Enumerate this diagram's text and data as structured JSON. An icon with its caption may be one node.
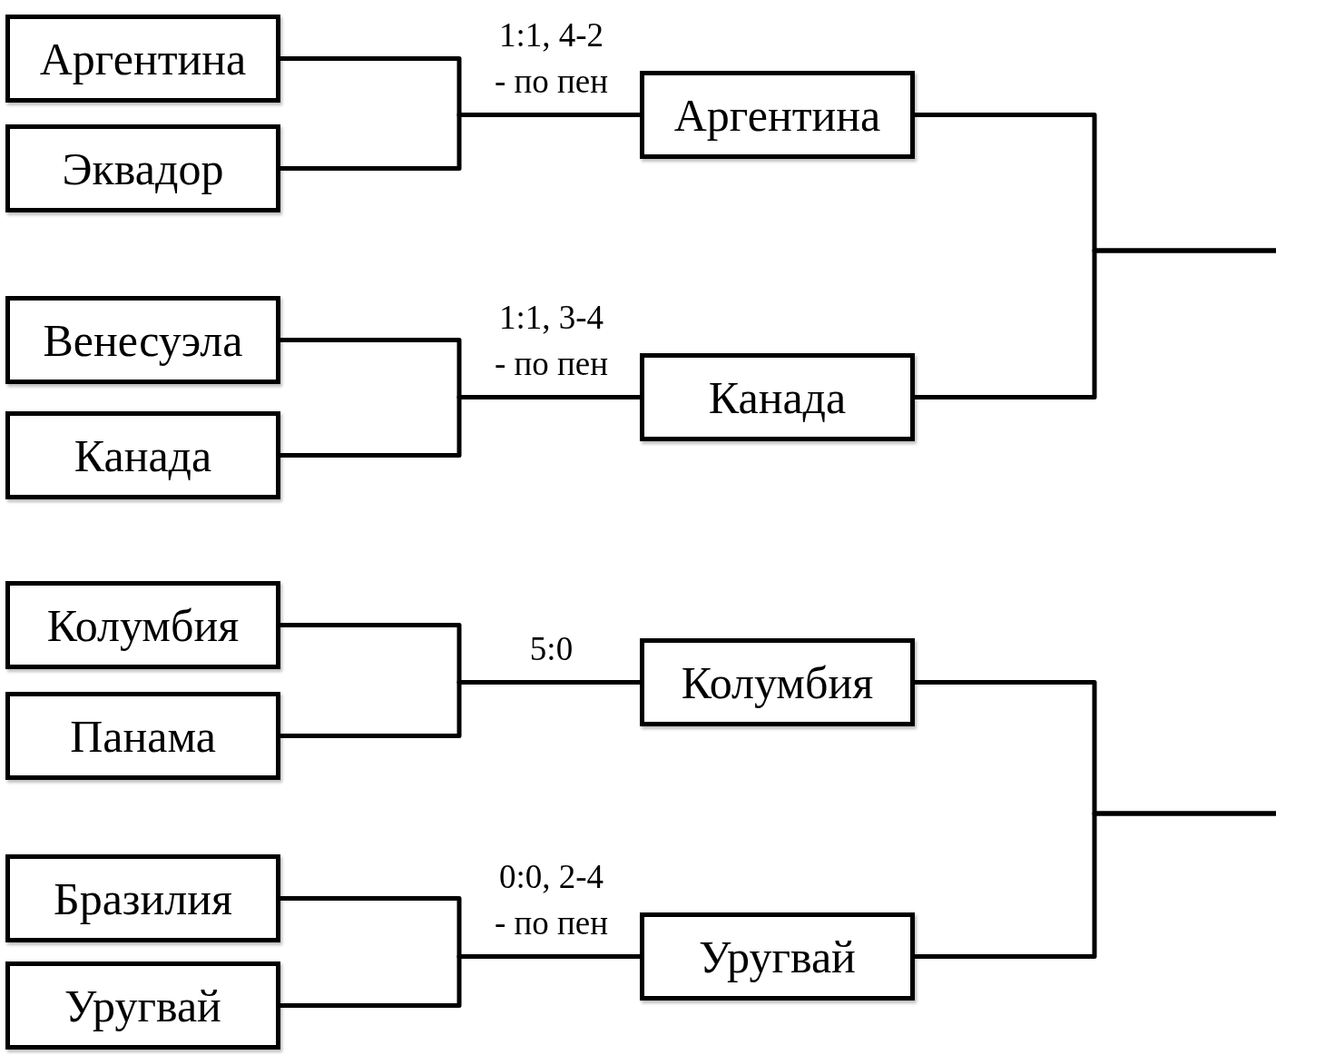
{
  "diagram": {
    "nodes": [
      {
        "text": [
          "Аргентина"
        ]
      },
      {
        "text": [
          "Эквадор"
        ]
      },
      {
        "text": [
          "Венесуэла"
        ]
      },
      {
        "text": [
          "Канада"
        ]
      },
      {
        "text": [
          "Колумбия"
        ]
      },
      {
        "text": [
          "Панама"
        ]
      },
      {
        "text": [
          "Бразилия"
        ]
      },
      {
        "text": [
          "Уругвай"
        ]
      },
      {
        "text": [
          "Аргентина"
        ]
      },
      {
        "text": [
          "Канада"
        ]
      },
      {
        "text": [
          "Колумбия"
        ]
      },
      {
        "text": [
          "Уругвай"
        ]
      }
    ],
    "edges": [
      {
        "from": 0,
        "to": 8,
        "arrow": "none",
        "label": "1:1, 4-2 - по пен"
      },
      {
        "from": 1,
        "to": 8,
        "arrow": "none"
      },
      {
        "from": 2,
        "to": 9,
        "arrow": "none",
        "label": "1:1, 3-4 - по пен"
      },
      {
        "from": 3,
        "to": 9,
        "arrow": "none"
      },
      {
        "from": 4,
        "to": 10,
        "arrow": "none",
        "label": "5:0"
      },
      {
        "from": 5,
        "to": 10,
        "arrow": "none"
      },
      {
        "from": 6,
        "to": 11,
        "arrow": "none",
        "label": "0:0, 2-4 - по пен"
      },
      {
        "from": 7,
        "to": 11,
        "arrow": "none"
      },
      {
        "from": 8,
        "to": null,
        "arrow": "none"
      },
      {
        "from": 9,
        "to": null,
        "arrow": "none"
      },
      {
        "from": 10,
        "to": null,
        "arrow": "none"
      },
      {
        "from": 11,
        "to": null,
        "arrow": "none"
      }
    ]
  }
}
